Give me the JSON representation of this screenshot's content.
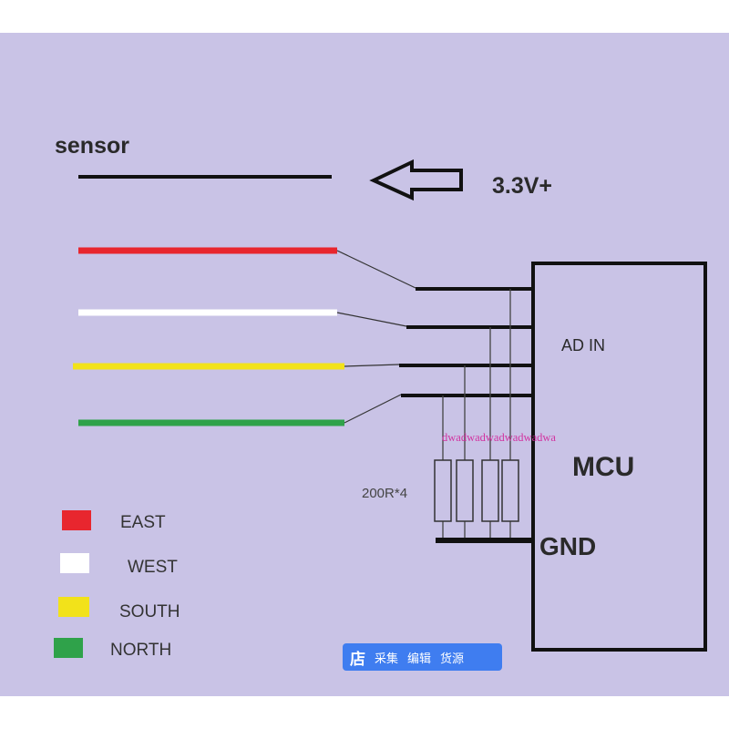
{
  "diagram": {
    "sensor_label": "sensor",
    "power_label": "3.3V+",
    "ad_in_label": "AD IN",
    "mcu_label": "MCU",
    "gnd_label": "GND",
    "resistor_label": "200R*4",
    "watermark": "dwadwadwadwadwadwa"
  },
  "wires": [
    {
      "name": "EAST",
      "color": "#e8262e"
    },
    {
      "name": "WEST",
      "color": "#ffffff"
    },
    {
      "name": "SOUTH",
      "color": "#f2e21a"
    },
    {
      "name": "NORTH",
      "color": "#2fa24a"
    }
  ],
  "legend": [
    {
      "label": "EAST",
      "color": "#e8262e"
    },
    {
      "label": "WEST",
      "color": "#ffffff"
    },
    {
      "label": "SOUTH",
      "color": "#f2e21a"
    },
    {
      "label": "NORTH",
      "color": "#2fa24a"
    }
  ],
  "toolbar": {
    "logo": "店",
    "collect": "采集",
    "edit": "编辑",
    "source": "货源"
  }
}
